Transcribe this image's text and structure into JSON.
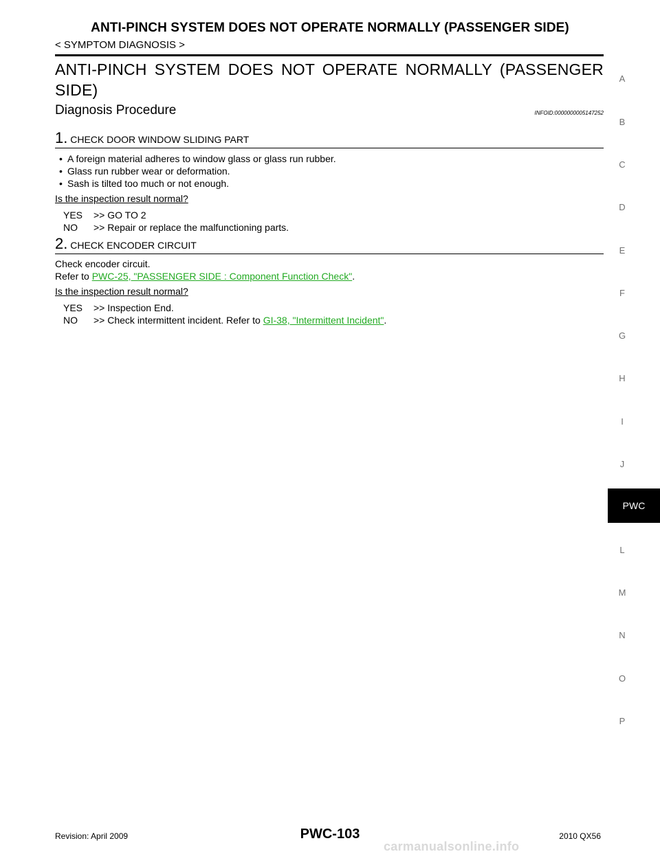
{
  "header": {
    "title": "ANTI-PINCH SYSTEM DOES NOT OPERATE NORMALLY (PASSENGER SIDE)",
    "breadcrumb": "< SYMPTOM DIAGNOSIS >"
  },
  "section": {
    "title": "ANTI-PINCH SYSTEM DOES NOT OPERATE NORMALLY (PASSENGER SIDE)"
  },
  "procedure": {
    "title": "Diagnosis Procedure",
    "infoid": "INFOID:0000000005147252"
  },
  "step1": {
    "number": "1.",
    "title": "CHECK DOOR WINDOW SLIDING PART",
    "bullets": [
      "A foreign material adheres to window glass or glass run rubber.",
      "Glass run rubber wear or deformation.",
      "Sash is tilted too much or not enough."
    ],
    "question": "Is the inspection result normal?",
    "yes_key": "YES",
    "yes_text": ">> GO TO 2",
    "no_key": "NO",
    "no_text": ">> Repair or replace the malfunctioning parts."
  },
  "step2": {
    "number": "2.",
    "title": "CHECK ENCODER CIRCUIT",
    "line1": "Check encoder circuit.",
    "refer_prefix": "Refer to ",
    "refer_link": "PWC-25, \"PASSENGER SIDE : Component Function Check\"",
    "refer_suffix": ".",
    "question": "Is the inspection result normal?",
    "yes_key": "YES",
    "yes_text": ">> Inspection End.",
    "no_key": "NO",
    "no_text": ">> Check intermittent incident. Refer to ",
    "no_link": "GI-38, \"Intermittent Incident\"",
    "no_suffix": "."
  },
  "sidebar": {
    "letters": [
      "A",
      "B",
      "C",
      "D",
      "E",
      "F",
      "G",
      "H",
      "I",
      "J",
      "L",
      "M",
      "N",
      "O",
      "P"
    ],
    "active": "PWC"
  },
  "footer": {
    "revision": "Revision: April 2009",
    "page": "PWC-103",
    "model": "2010 QX56",
    "watermark": "carmanualsonline.info"
  },
  "colors": {
    "link": "#22aa22",
    "tab_bg": "#000000",
    "side_letter": "#707070"
  }
}
